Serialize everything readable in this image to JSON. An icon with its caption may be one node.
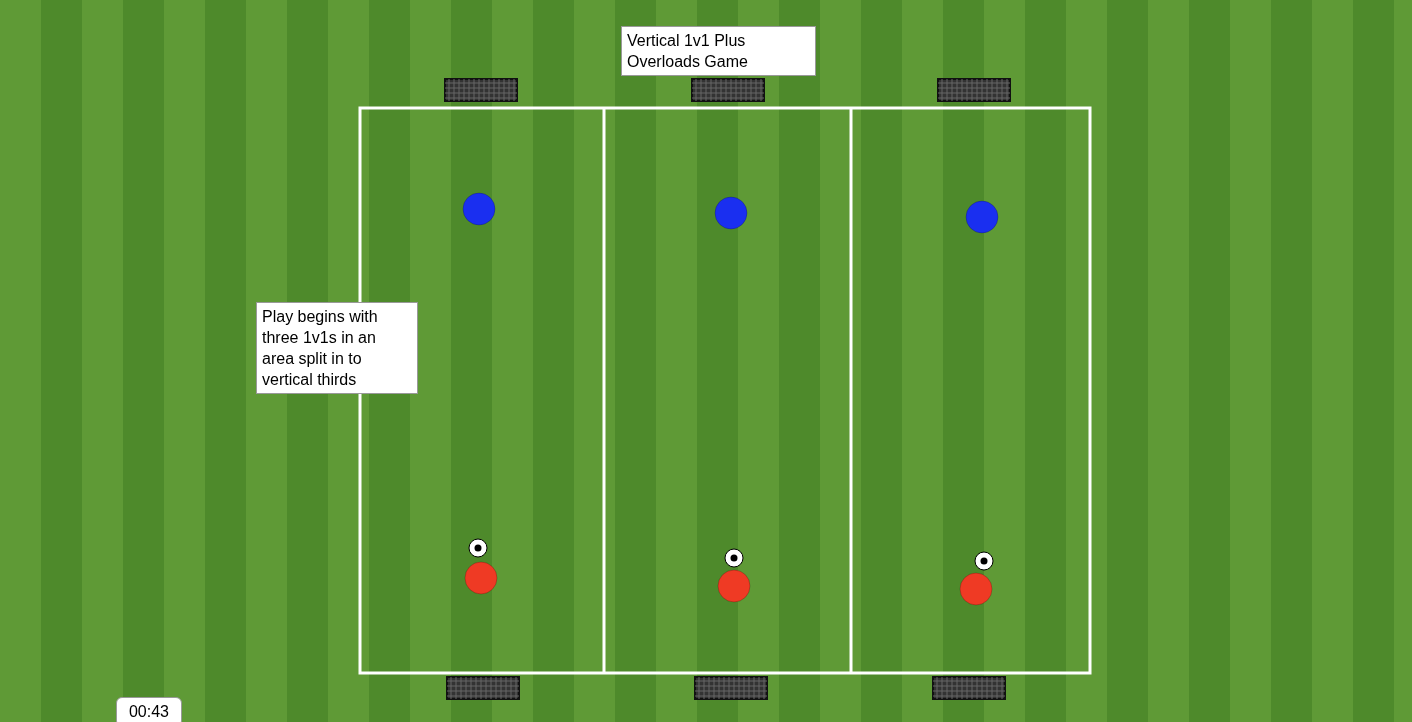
{
  "diagram": {
    "title": "Vertical 1v1 Plus Overloads Game",
    "labels": [
      "Play begins with three 1v1s in an area split in to vertical thirds",
      "00:43"
    ]
  }
}
